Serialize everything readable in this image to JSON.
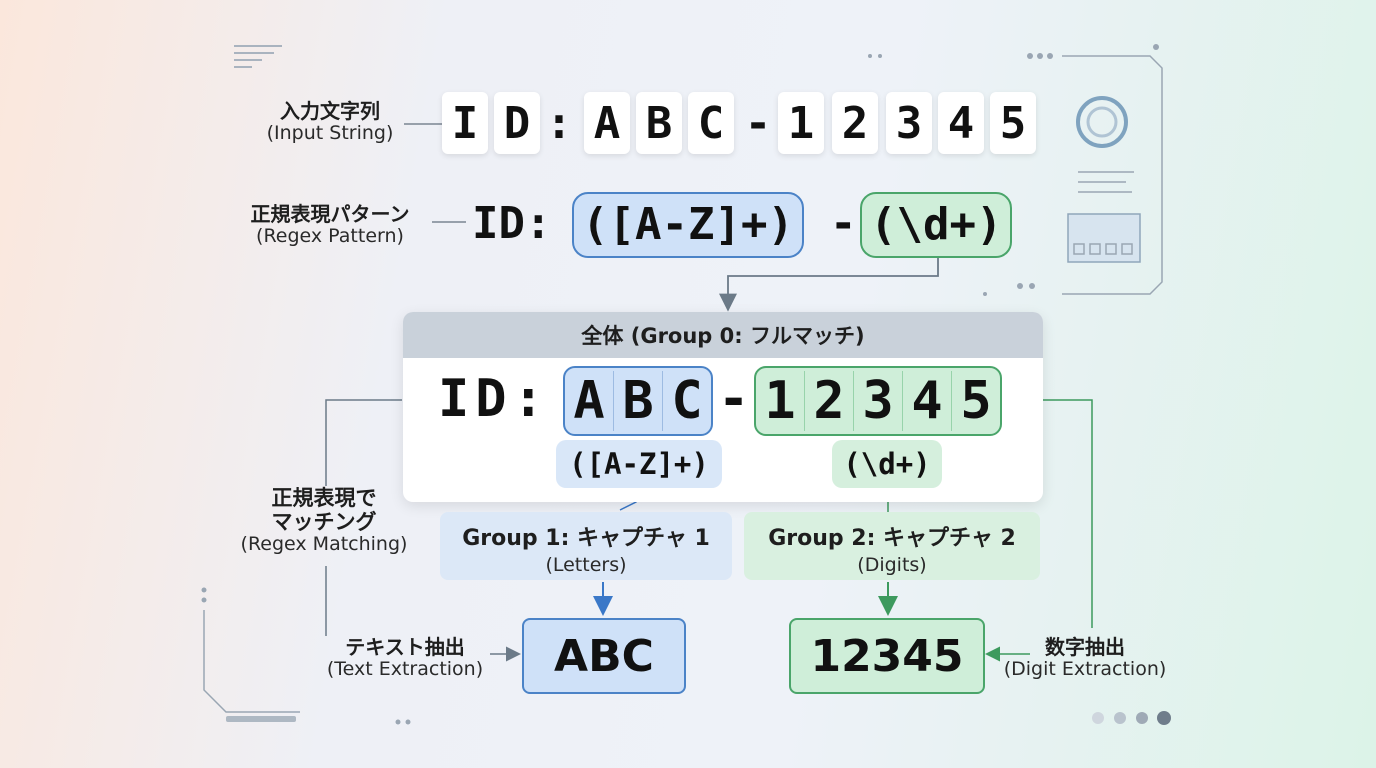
{
  "input": {
    "label_jp": "入力文字列",
    "label_en": "(Input String)",
    "chars": [
      "I",
      "D",
      ":",
      "A",
      "B",
      "C",
      "-",
      "1",
      "2",
      "3",
      "4",
      "5"
    ]
  },
  "pattern": {
    "label_jp": "正規表現パターン",
    "label_en": "(Regex Pattern)",
    "prefix": "ID:",
    "group1": "([A-Z]+)",
    "dash": "-",
    "group2": "(\\d+)"
  },
  "full_match": {
    "header": "全体 (Group 0: フルマッチ)",
    "prefix": "ID:",
    "letters": [
      "A",
      "B",
      "C"
    ],
    "dash": "-",
    "digits": [
      "1",
      "2",
      "3",
      "4",
      "5"
    ],
    "sub1": "([A-Z]+)",
    "sub2": "(\\d+)"
  },
  "groups": {
    "g1_title": "Group 1: キャプチャ 1",
    "g1_sub": "(Letters)",
    "g2_title": "Group 2: キャプチャ 2",
    "g2_sub": "(Digits)"
  },
  "matching": {
    "jp_line1": "正規表現で",
    "jp_line2": "マッチング",
    "en": "(Regex Matching)"
  },
  "text_extraction": {
    "jp": "テキスト抽出",
    "en": "(Text Extraction)",
    "result": "ABC"
  },
  "digit_extraction": {
    "jp": "数字抽出",
    "en": "(Digit Extraction)",
    "result": "12345"
  },
  "colors": {
    "blue_fill": "#cfe1f8",
    "blue_border": "#4b83c7",
    "green_fill": "#cfeed9",
    "green_border": "#4aa56a"
  }
}
